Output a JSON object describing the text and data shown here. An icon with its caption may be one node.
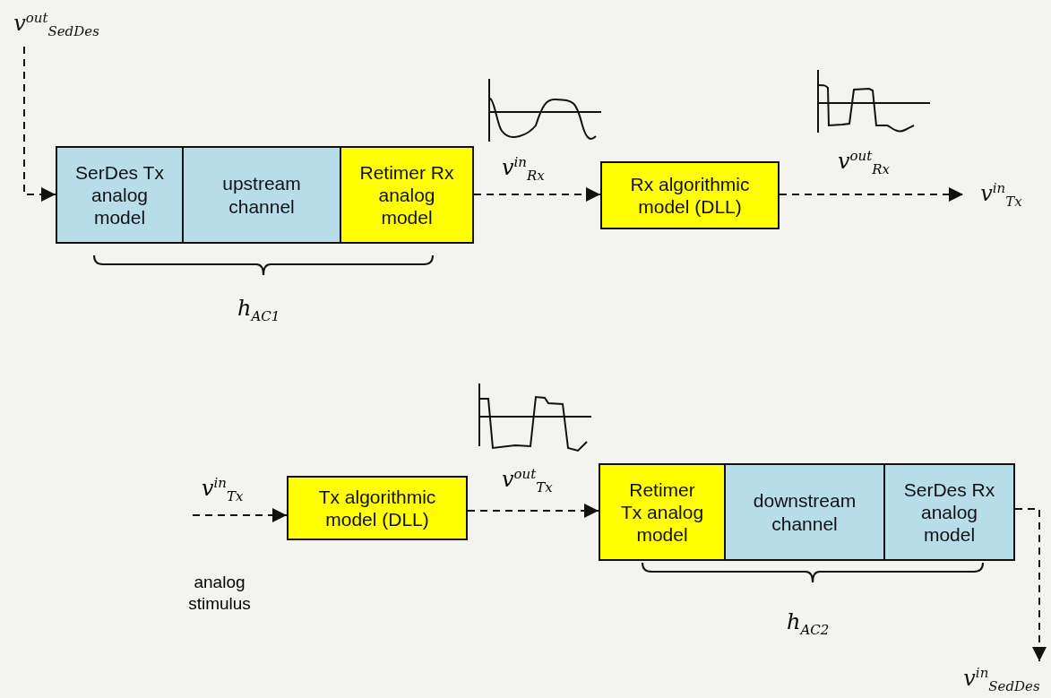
{
  "diagram": {
    "nodes": [
      {
        "text": [
          "v$^{out}$$_{SedDes}$"
        ]
      },
      {
        "text": [
          "SerDes Tx analog model"
        ]
      },
      {
        "text": [
          "upstream channel"
        ]
      },
      {
        "text": [
          "Retimer Rx analog model"
        ]
      },
      {
        "text": [
          "Rx algorithmic model (DLL)"
        ]
      },
      {
        "text": [
          "v$^{in}$$_{Tx}$"
        ]
      },
      {
        "text": [
          "Tx algorithmic model (DLL)"
        ]
      },
      {
        "text": [
          "Retimer Tx analog model"
        ]
      },
      {
        "text": [
          "downstream channel"
        ]
      },
      {
        "text": [
          "SerDes Rx analog model"
        ]
      },
      {
        "text": [
          "v$^{in}$$_{SedDes}$"
        ]
      }
    ],
    "edges": [
      {
        "from": 0,
        "to": 1,
        "arrow": "to",
        "style": "dashed"
      },
      {
        "from": 3,
        "to": 4,
        "arrow": "to",
        "style": "dashed",
        "label": "v$^{in}$$_{Rx}$"
      },
      {
        "from": 4,
        "to": 5,
        "arrow": "to",
        "style": "dashed",
        "label": "v$^{out}$$_{Rx}$"
      },
      {
        "from": null,
        "to": 6,
        "arrow": "to",
        "style": "dashed",
        "label": "v$^{in}$$_{Tx}$"
      },
      {
        "from": 6,
        "to": 7,
        "arrow": "to",
        "style": "dashed",
        "label": "v$^{out}$$_{Tx}$"
      },
      {
        "from": 9,
        "to": 10,
        "arrow": "to",
        "style": "dashed"
      }
    ],
    "labels": [
      "h$_{AC1}$",
      "analog stimulus",
      "h$_{AC2}$"
    ]
  }
}
